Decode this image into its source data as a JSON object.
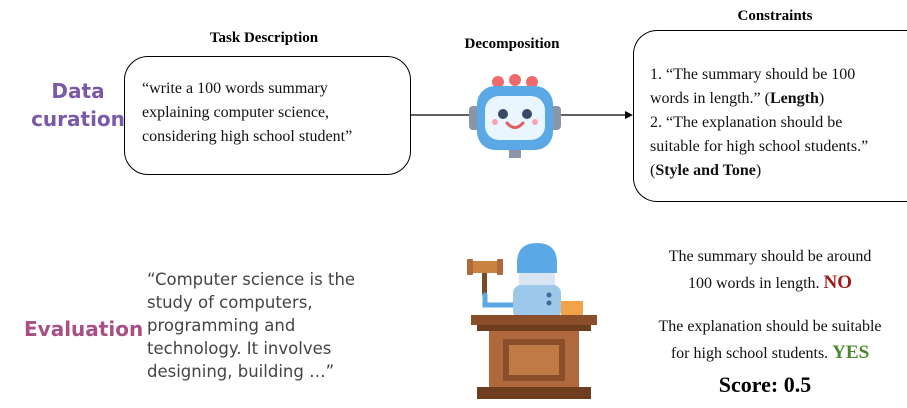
{
  "rows": {
    "data_curation_label_line1": "Data",
    "data_curation_label_line2": "curation",
    "evaluation_label": "Evaluation"
  },
  "task": {
    "heading": "Task Description",
    "line1": "“write a 100 words summary",
    "line2": "explaining computer science,",
    "line3": "considering high school student”"
  },
  "decomposition": {
    "heading": "Decomposition"
  },
  "constraints": {
    "heading": "Constraints",
    "c1_line1": "1. “The summary should be 100",
    "c1_line2_text": "words in length.” (",
    "c1_tag": "Length",
    "c1_close": ")",
    "c2_line1": "2. “The explanation should be",
    "c2_line2": "suitable for high school students.”",
    "c2_open": "(",
    "c2_tag": "Style and Tone",
    "c2_close": ")"
  },
  "response": {
    "line1": "“Computer science is the",
    "line2": "study of computers,",
    "line3": "programming and",
    "line4": "technology. It involves",
    "line5": "designing, building …”"
  },
  "verdicts": {
    "v1_line1": "The summary should be around",
    "v1_line2": "100 words in length.",
    "v1_result": "NO",
    "v2_line1": "The explanation should be suitable",
    "v2_line2": "for high school students.",
    "v2_result": "YES",
    "score": "Score: 0.5"
  },
  "colors": {
    "data_curation": "#7a5aa8",
    "evaluation": "#a84f86",
    "no": "#a01a1a",
    "yes": "#4a8a2a",
    "robot_body": "#5aa9e6",
    "robot_face": "#e9f6ff",
    "podium": "#b0693c"
  },
  "icons": {
    "robot": "robot-icon",
    "judge": "judge-podium-icon"
  }
}
